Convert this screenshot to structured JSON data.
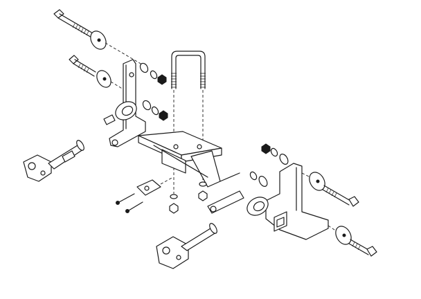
{
  "diagram": {
    "style": "isometric exploded-view line drawing, black ink on white",
    "colors": {
      "line": "#1a1a1a",
      "background": "#ffffff"
    },
    "text_labels": [],
    "parts": [
      "u-bolt",
      "upper-left-bolt",
      "middle-left-bolt",
      "left-washer-upper",
      "left-washer-middle",
      "left-bracket",
      "center-crossmember",
      "right-bracket",
      "right-bolt-upper",
      "right-bolt-lower",
      "right-washer-upper",
      "right-washer-lower",
      "left-clevis-pin",
      "bottom-clevis-pin",
      "small-clamp-plate",
      "small-screw-left",
      "small-screw-right",
      "lock-nuts"
    ]
  }
}
